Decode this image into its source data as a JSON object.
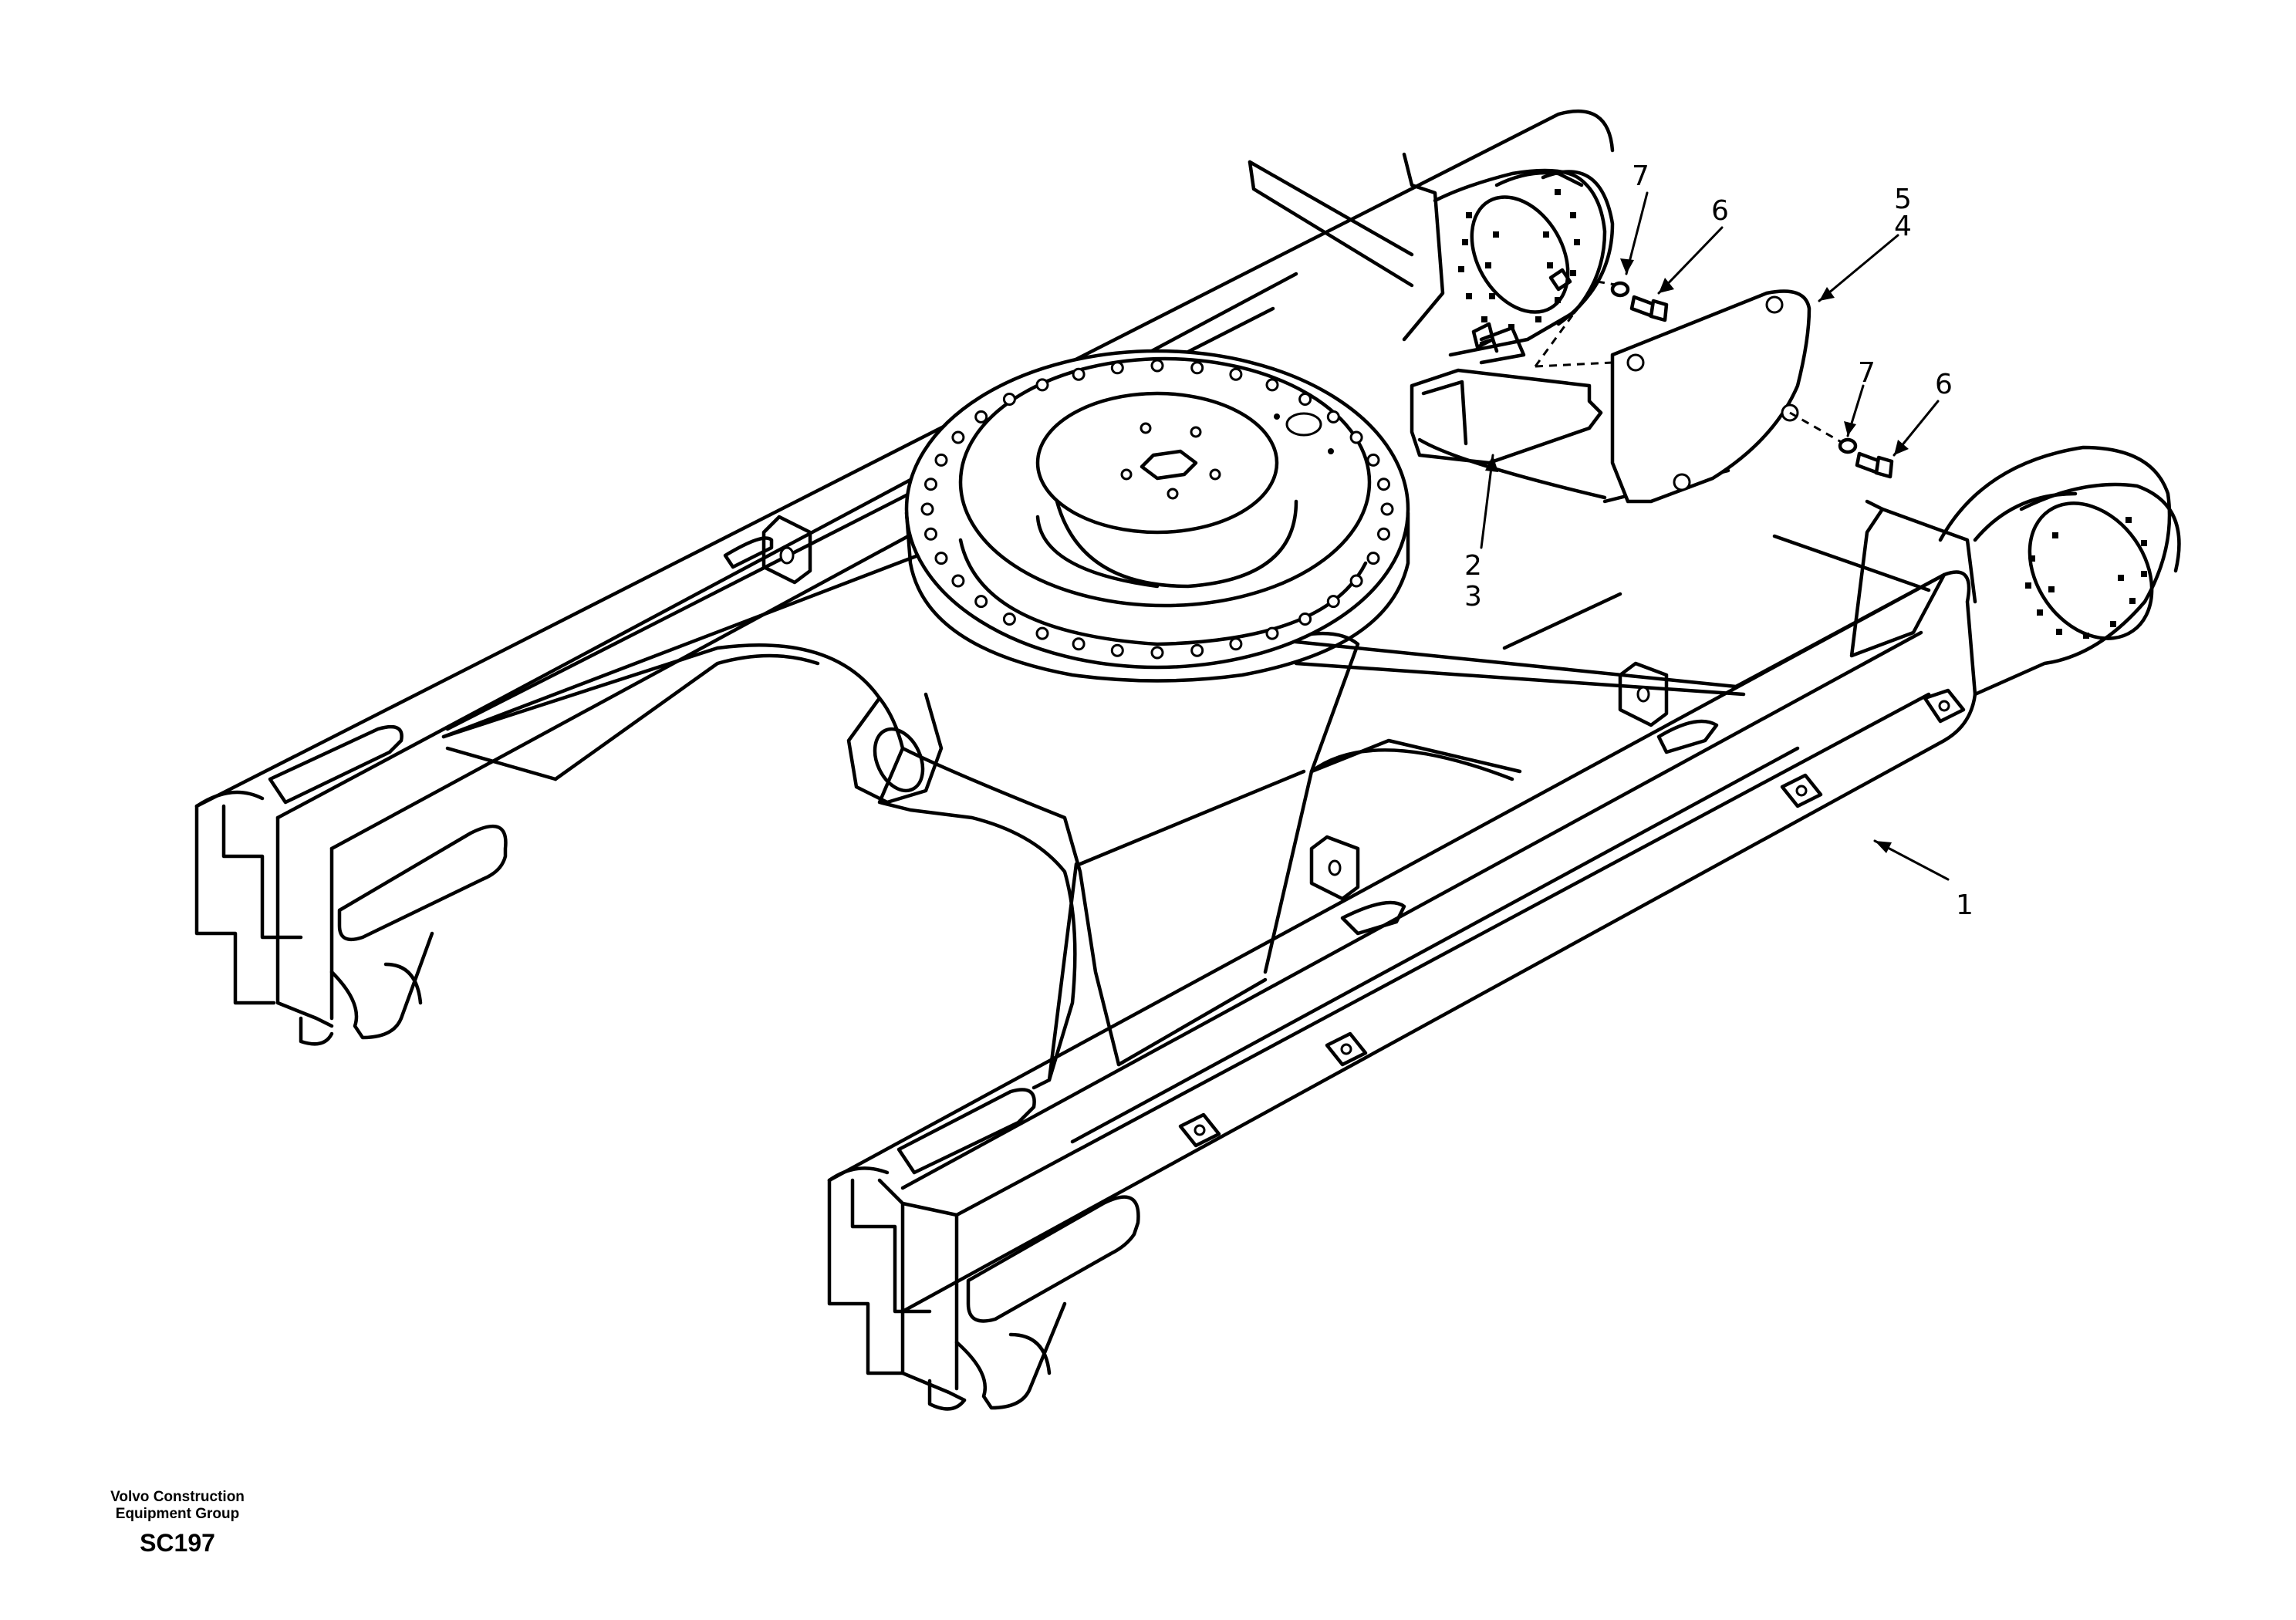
{
  "diagram": {
    "callouts": {
      "c1": "1",
      "c2": "2",
      "c3": "3",
      "c4": "4",
      "c5": "5",
      "c6a": "6",
      "c6b": "6",
      "c7a": "7",
      "c7b": "7"
    }
  },
  "credit": {
    "company_line1": "Volvo Construction",
    "company_line2": "Equipment Group",
    "drawing_code": "SC197"
  }
}
